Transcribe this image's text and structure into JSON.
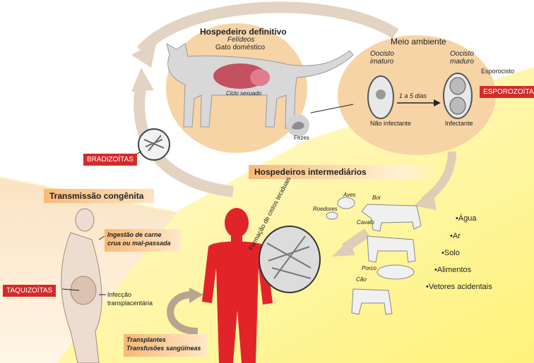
{
  "definitive_host": {
    "title": "Hospedeiro definitivo",
    "line1": "Felídeos",
    "line2": "Gato doméstico",
    "cycle": "Ciclo sexuado",
    "feces": "Fezes"
  },
  "environment": {
    "title": "Meio ambiente",
    "immature": [
      "Oocisto",
      "imaturo"
    ],
    "mature": [
      "Oocisto",
      "maduro"
    ],
    "days": "1 a 5 dias",
    "non_infective": "Não infectante",
    "infective": "Infectante",
    "sporocyst": "Esporocisto",
    "sporozoites": "ESPOROZOÍTAS"
  },
  "bradyzoites": "BRADIZOÍTAS",
  "intermediate": {
    "title": "Hospedeiros intermediários",
    "animals": [
      "Aves",
      "Boi",
      "Roedores",
      "Cavalo",
      "Porco",
      "Cão"
    ],
    "sources": [
      "•Água",
      "•Ar",
      "•Solo",
      "•Alimentos",
      "•Vetores acidentais"
    ],
    "tissue_cysts": "Formação de cistos teciduais"
  },
  "congenital": {
    "title": "Transmissão congênita",
    "meat": [
      "Ingestão de carne",
      "crua ou mal-passada"
    ],
    "transplacental": [
      "Infecção",
      "transplacentária"
    ],
    "transplants": [
      "Transplantes",
      "Transfusões sangüíneas"
    ],
    "tachyzoites": "TAQUIZOÍTAS"
  }
}
